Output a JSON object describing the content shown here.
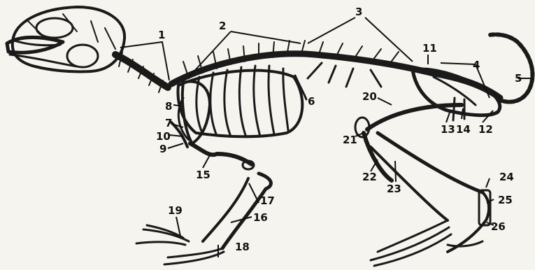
{
  "labels": {
    "l1": "1",
    "l2": "2",
    "l3": "3",
    "l4": "4",
    "l5": "5",
    "l6": "6",
    "l7": "7",
    "l8": "8",
    "l9": "9",
    "l10": "10",
    "l11": "11",
    "l12": "12",
    "l13": "13",
    "l14": "14",
    "l15": "15",
    "l16": "16",
    "l17": "17",
    "l18": "18",
    "l19": "19",
    "l20": "20",
    "l21": "21",
    "l22": "22",
    "l23": "23",
    "l24": "24",
    "l25": "25",
    "l26": "26"
  },
  "colors": {
    "ink": "#1a1a1a",
    "paper": "#f6f4ee"
  }
}
